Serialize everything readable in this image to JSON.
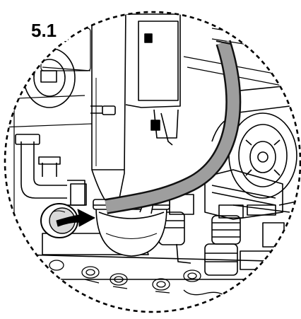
{
  "figure": {
    "step_label": "5.1",
    "colors": {
      "outline": "#000000",
      "paper": "#ffffff",
      "hose": "#9e9e9e",
      "hose_edge": "#1a1a1a",
      "arrow": "#000000",
      "shade": "#d9d9d9"
    },
    "icons": [
      "detail-circle",
      "drain-hose",
      "siphon-trap",
      "direction-arrow",
      "removed-cap",
      "pump-motor",
      "gas-valve-assembly"
    ]
  }
}
